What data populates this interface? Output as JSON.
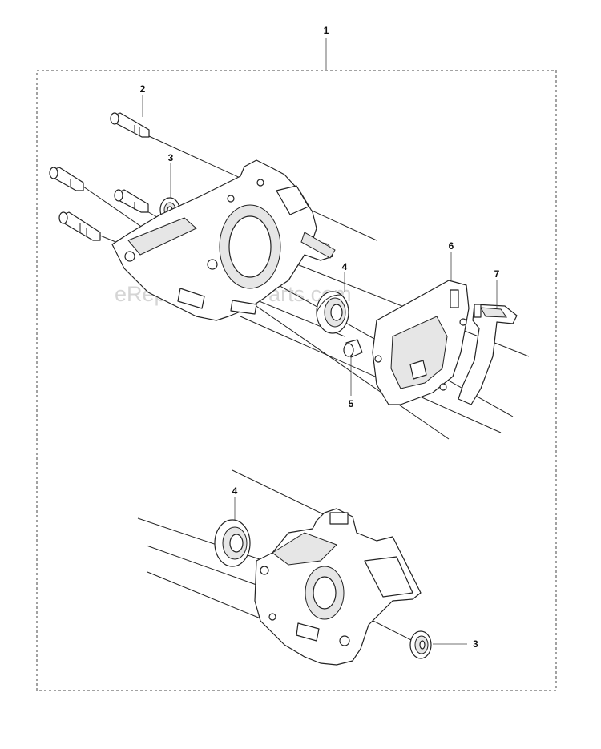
{
  "watermark": "eReplacementParts.com",
  "callouts": {
    "assembly": "1",
    "screw": "2",
    "seal_upper": "3",
    "bearing_upper": "4",
    "sleeve": "5",
    "gasket": "6",
    "cover": "7",
    "bearing_lower": "4",
    "seal_lower": "3"
  }
}
